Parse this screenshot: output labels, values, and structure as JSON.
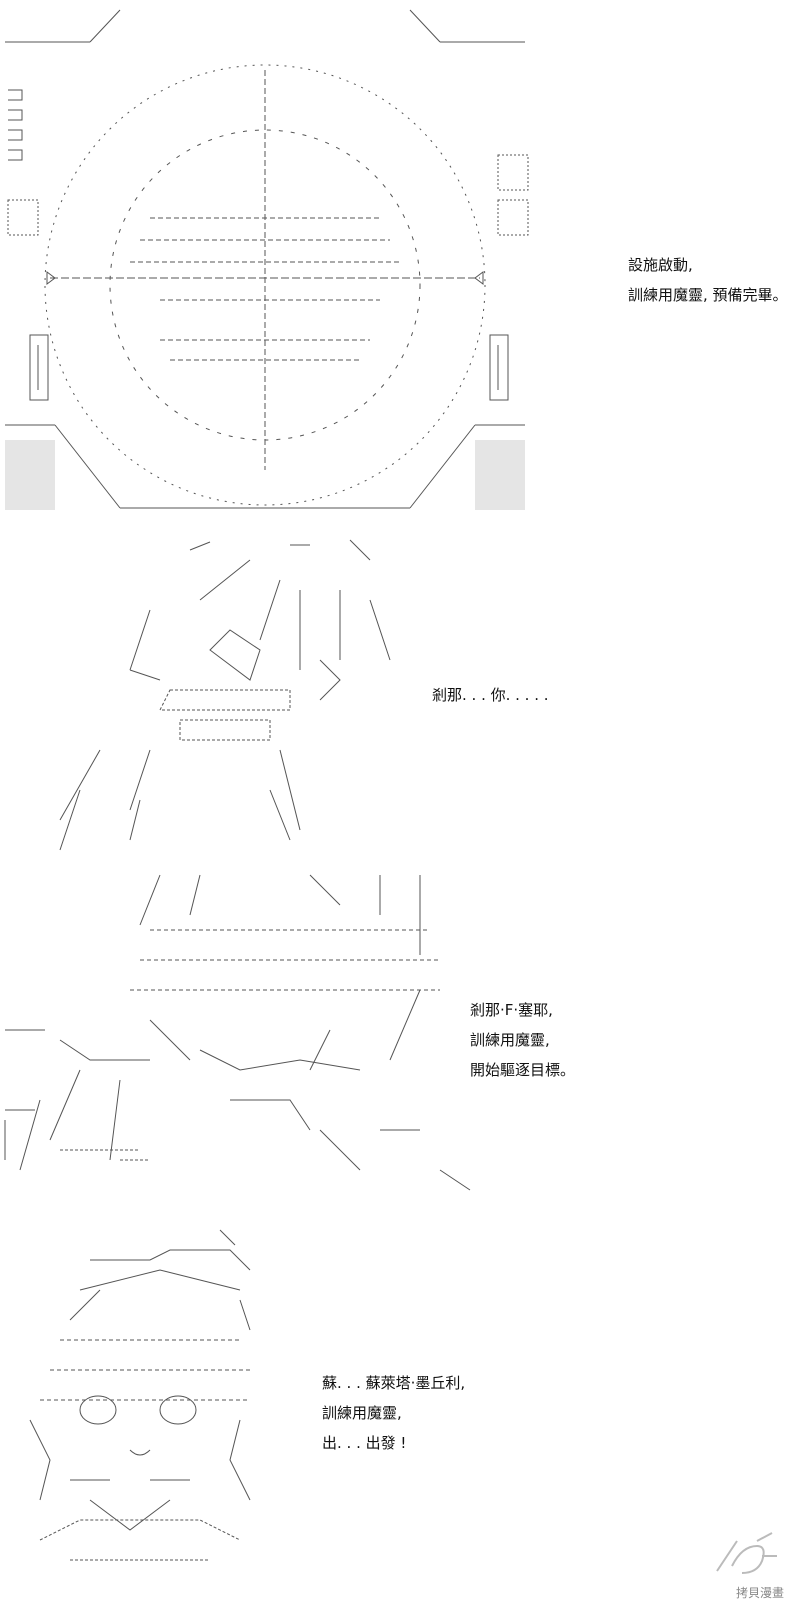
{
  "panels": [
    {
      "lines": [
        "設施啟動,",
        "訓練用魔靈, 預備完畢。"
      ]
    },
    {
      "lines": [
        "剎那. . . 你. . . . ."
      ]
    },
    {
      "lines": [
        "剎那·F·塞耶,",
        "訓練用魔靈,",
        "開始驅逐目標。"
      ]
    },
    {
      "lines": [
        "蘇. . . 蘇萊塔·墨丘利,",
        "訓練用魔靈,",
        "出. . . 出發 !"
      ]
    }
  ],
  "watermark": {
    "text": "拷貝漫畫",
    "logo": "DM5-logo"
  },
  "colors": {
    "ink": "#555555",
    "background": "#ffffff"
  }
}
